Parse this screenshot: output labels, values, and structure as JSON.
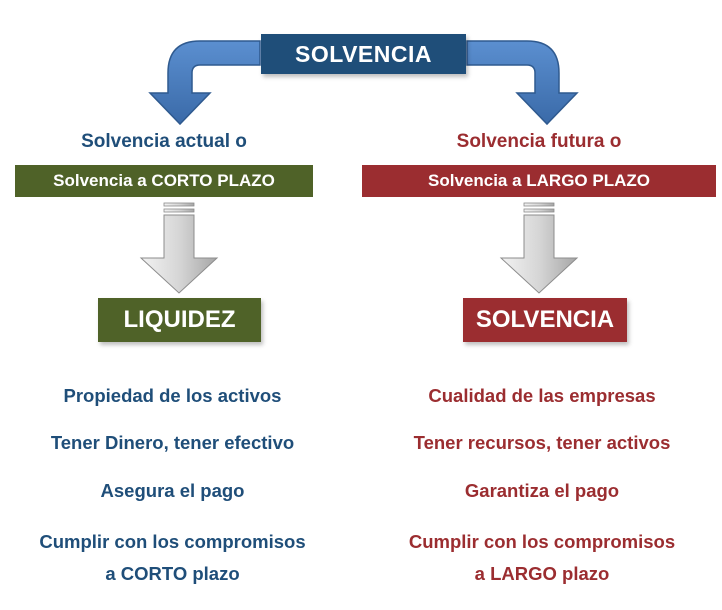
{
  "header": {
    "title": "SOLVENCIA"
  },
  "left": {
    "caption": "Solvencia actual o",
    "band": "Solvencia a CORTO PLAZO",
    "concept": "LIQUIDEZ",
    "items": [
      "Propiedad de los activos",
      "Tener Dinero, tener efectivo",
      "Asegura el pago"
    ],
    "last_item_line1": "Cumplir con los compromisos",
    "last_item_line2": "a CORTO plazo"
  },
  "right": {
    "caption": "Solvencia futura o",
    "band": "Solvencia a LARGO PLAZO",
    "concept": "SOLVENCIA",
    "items": [
      "Cualidad de las empresas",
      "Tener recursos, tener activos",
      "Garantiza el pago"
    ],
    "last_item_line1": "Cumplir con los compromisos",
    "last_item_line2": "a LARGO plazo"
  },
  "colors": {
    "blue": "#1f4e79",
    "green": "#4f6228",
    "red": "#9b2d30",
    "arrow_blue": "#4a7ebf",
    "arrow_gray": "#d9d9d9"
  }
}
